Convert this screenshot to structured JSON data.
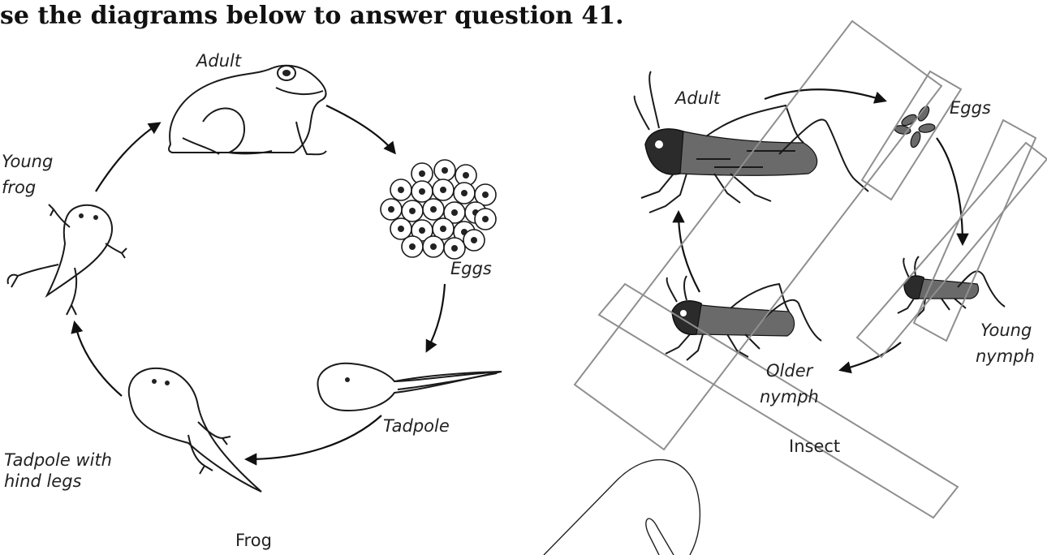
{
  "heading": "se the diagrams below to answer question 41.",
  "frog": {
    "caption": "Frog",
    "labels": {
      "adult": "Adult",
      "eggs": "Eggs",
      "tadpole": "Tadpole",
      "tadpole_legs_1": "Tadpole with",
      "tadpole_legs_2": "hind legs",
      "young_frog_1": "Young",
      "young_frog_2": "frog"
    }
  },
  "insect": {
    "caption": "Insect",
    "labels": {
      "adult": "Adult",
      "eggs": "Eggs",
      "young_nymph_1": "Young",
      "young_nymph_2": "nymph",
      "older_nymph_1": "Older",
      "older_nymph_2": "nymph"
    }
  }
}
